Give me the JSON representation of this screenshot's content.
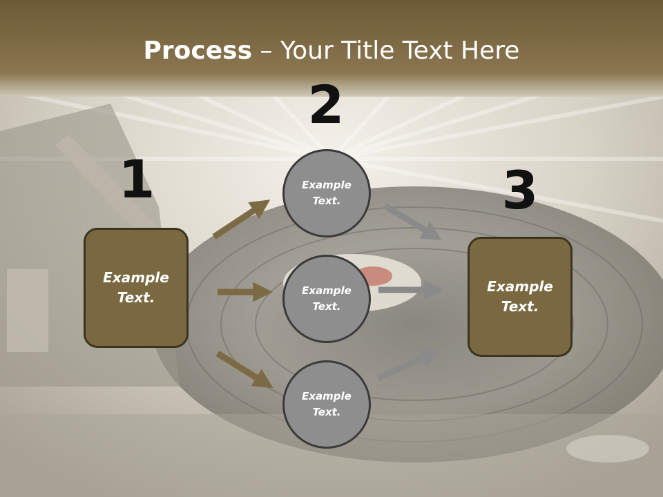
{
  "title": {
    "bold": "Process",
    "rest": " – Your Title Text Here"
  },
  "steps": [
    {
      "number": "1",
      "text": "Example\nText."
    },
    {
      "number": "2",
      "items": [
        "Example\nText.",
        "Example\nText.",
        "Example\nText."
      ]
    },
    {
      "number": "3",
      "text": "Example\nText."
    }
  ],
  "colors": {
    "box_fill": "#7a6840",
    "circle_fill": "#8e8e8e",
    "arrow_brown": "#7b6a43",
    "arrow_gray": "#8a8a8a",
    "header": "#7e6c45"
  }
}
